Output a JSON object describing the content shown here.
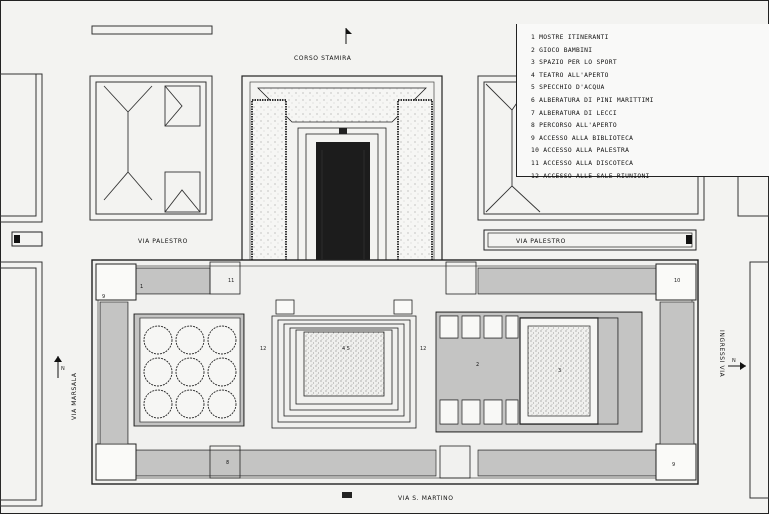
{
  "streets": {
    "north": "CORSO STAMIRA",
    "west_top": "VIA PALESTRO",
    "east_top": "VIA PALESTRO",
    "west": "VIA MARSALA",
    "east": "INGRESSI VIA",
    "south": "VIA S. MARTINO"
  },
  "legend": {
    "items": [
      "1 MOSTRE ITINERANTI",
      "2 GIOCO BAMBINI",
      "3 SPAZIO PER LO SPORT",
      "4 TEATRO ALL'APERTO",
      "5 SPECCHIO D'ACQUA",
      "6 ALBERATURA DI PINI MARITTIMI",
      "7 ALBERATURA DI LECCI",
      "8 PERCORSO ALL'APERTO",
      "9 ACCESSO ALLA BIBLIOTECA",
      "10 ACCESSO ALLA PALESTRA",
      "11 ACCESSO ALLA DISCOTECA",
      "12 ACCESSO ALLE SALE RIUNIONI"
    ]
  },
  "labels": {
    "north_arrow": "N",
    "east_arrow": "N"
  }
}
